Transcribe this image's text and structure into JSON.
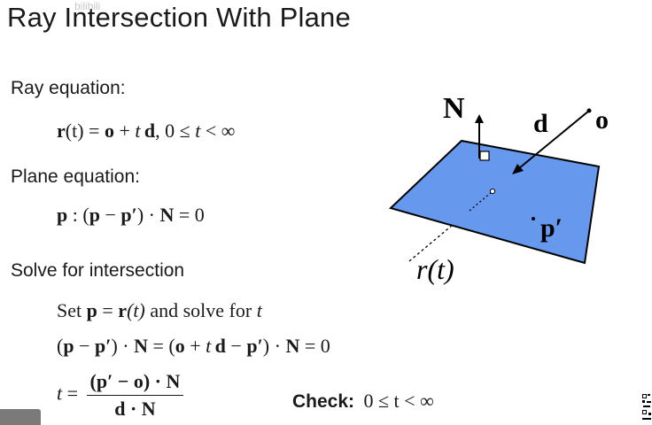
{
  "slide": {
    "title": "Ray Intersection With Plane",
    "watermark": "bilibili"
  },
  "sections": {
    "ray_heading": "Ray equation:",
    "plane_heading": "Plane equation:",
    "solve_heading": "Solve for intersection"
  },
  "equations": {
    "ray": {
      "lhs_r": "r",
      "lhs_t": "(t)",
      "eq": " = ",
      "o": "o",
      "plus": " + ",
      "t": "t",
      "d": "d",
      "comma": ",  0 ≤ ",
      "t2": "t",
      "lt": " < ∞"
    },
    "plane": {
      "p": "p",
      "colon": " : (",
      "p2": "p",
      "minus": " − ",
      "pprime": "p′",
      "close": ") · ",
      "N": "N",
      "rest": " = 0"
    },
    "set_line": {
      "set": "Set ",
      "p": "p",
      "eq": " = ",
      "r": "r",
      "t": "(t)",
      "and": " and solve for ",
      "var": "t"
    },
    "substituted": {
      "open": "(",
      "p": "p",
      "minus": " − ",
      "pprime": "p′",
      "close1": ") · ",
      "N": "N",
      "eq": " = (",
      "o": "o",
      "plus": " + ",
      "t": "t",
      "d": "d",
      "minus2": " − ",
      "pprime2": "p′",
      "close2": ") · ",
      "N2": "N",
      "rest": " = 0"
    },
    "solution": {
      "t": "t",
      "eq": " = ",
      "numerator": "(p′ − o) · N",
      "denominator": "d · N"
    },
    "check": {
      "label": "Check:",
      "expr": "0 ≤ t < ∞"
    }
  },
  "diagram": {
    "normal_label": "N",
    "direction_label": "d",
    "origin_label": "o",
    "point_label": "p′",
    "ray_label": "r(t)",
    "plane_color": "#6699ee",
    "stroke_color": "#000000"
  }
}
